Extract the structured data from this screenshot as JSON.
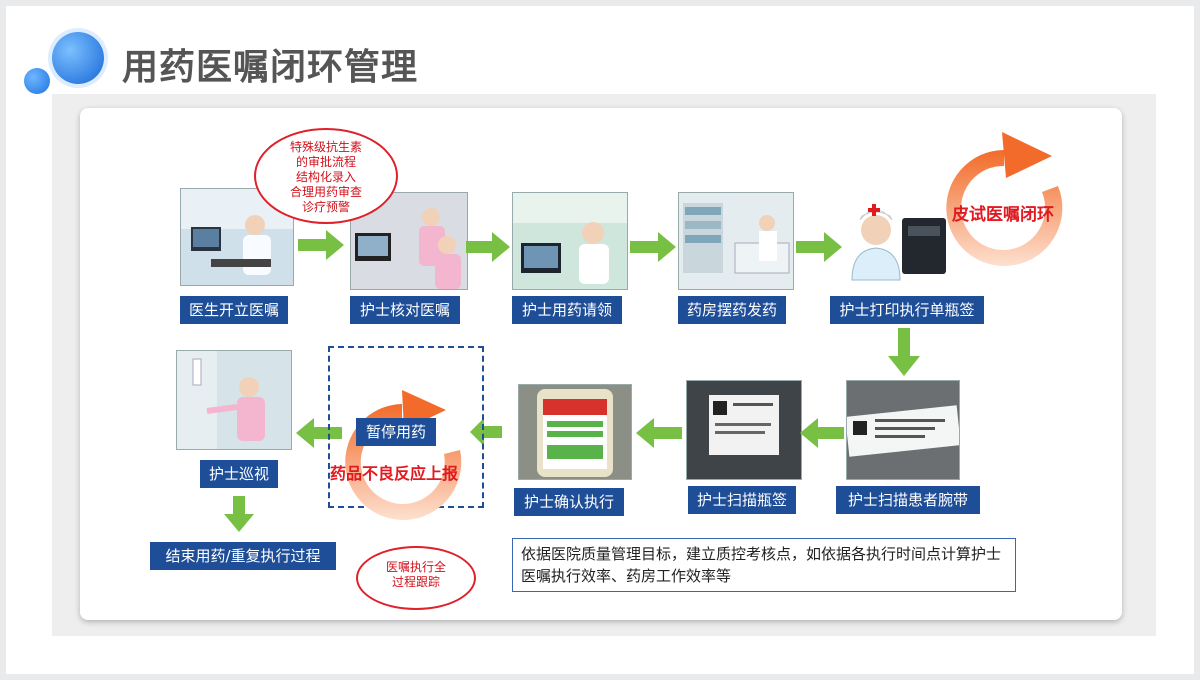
{
  "title": "用药医嘱闭环管理",
  "steps_row1": [
    {
      "label": "医生开立医嘱",
      "icon": "doctor-desk-photo"
    },
    {
      "label": "护士核对医嘱",
      "icon": "nurses-checking-photo"
    },
    {
      "label": "护士用药请领",
      "icon": "nurse-computer-photo"
    },
    {
      "label": "药房摆药发药",
      "icon": "pharmacy-shelves-photo"
    },
    {
      "label": "护士打印执行单瓶签",
      "icon": "nurse-printer-icon"
    }
  ],
  "steps_row2": [
    {
      "label": "护士扫描患者腕带",
      "icon": "wristband-photo"
    },
    {
      "label": "护士扫描瓶签",
      "icon": "bottle-label-photo"
    },
    {
      "label": "护士确认执行",
      "icon": "handheld-scanner-photo"
    },
    {
      "label": "暂停用药",
      "icon": "pause-medication"
    },
    {
      "label": "护士巡视",
      "icon": "nurse-rounds-photo"
    }
  ],
  "end_step": "结束用药/重复执行过程",
  "bubble_antibiotic": [
    "特殊级抗生素",
    "的审批流程",
    "结构化录入",
    "合理用药审查",
    "诊疗预警"
  ],
  "bubble_trace": [
    "医嘱执行全",
    "过程跟踪"
  ],
  "skin_test_cycle": "皮试医嘱闭环",
  "adverse_reaction": "药品不良反应上报",
  "note": "依据医院质量管理目标，建立质控考核点，如依据各执行时间点计算护士医嘱执行效率、药房工作效率等",
  "colors": {
    "label_bg": "#1f4e99",
    "arrow": "#78c044",
    "accent_red": "#e11a20",
    "cycle_orange": "#f26b2a"
  }
}
